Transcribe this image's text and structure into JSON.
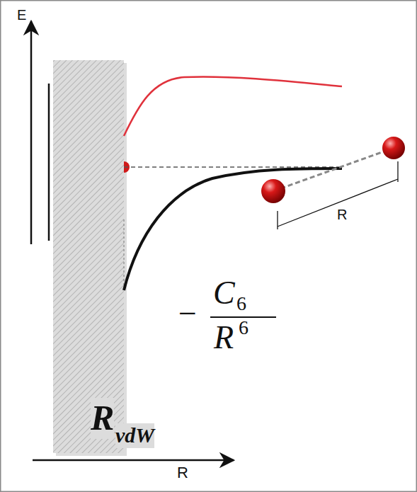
{
  "diagram": {
    "labels": [
      "E",
      "R",
      "−",
      "C",
      "6",
      "R",
      "6",
      "R",
      "vdW",
      "R"
    ]
  }
}
